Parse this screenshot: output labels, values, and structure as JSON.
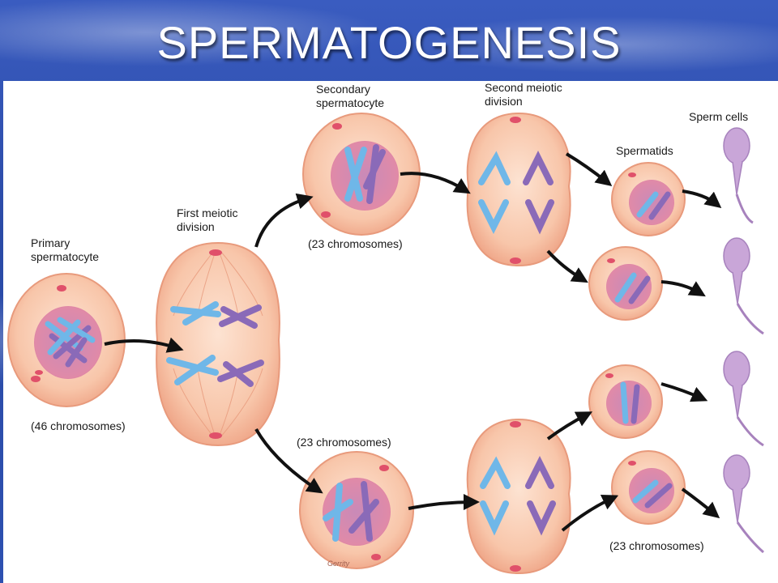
{
  "title": "SPERMATOGENESIS",
  "labels": {
    "primary_line1": "Primary",
    "primary_line2": "spermatocyte",
    "primary_count": "(46 chromosomes)",
    "first_line1": "First meiotic",
    "first_line2": "division",
    "secondary_line1": "Secondary",
    "secondary_line2": "spermatocyte",
    "secondary_count_top": "(23 chromosomes)",
    "secondary_count_bottom": "(23 chromosomes)",
    "second_line1": "Second meiotic",
    "second_line2": "division",
    "spermatids": "Spermatids",
    "sperm_cells": "Sperm cells",
    "final_count": "(23 chromosomes)",
    "artist": "Gerrity"
  },
  "colors": {
    "cell_fill": "#f6c3a6",
    "cell_edge": "#e89a7c",
    "nucleus": "#e08aa8",
    "chromosome_blue": "#6fb7e8",
    "chromosome_purple": "#8a6ab8",
    "sperm": "#c9a6d8",
    "arrow": "#111111"
  }
}
